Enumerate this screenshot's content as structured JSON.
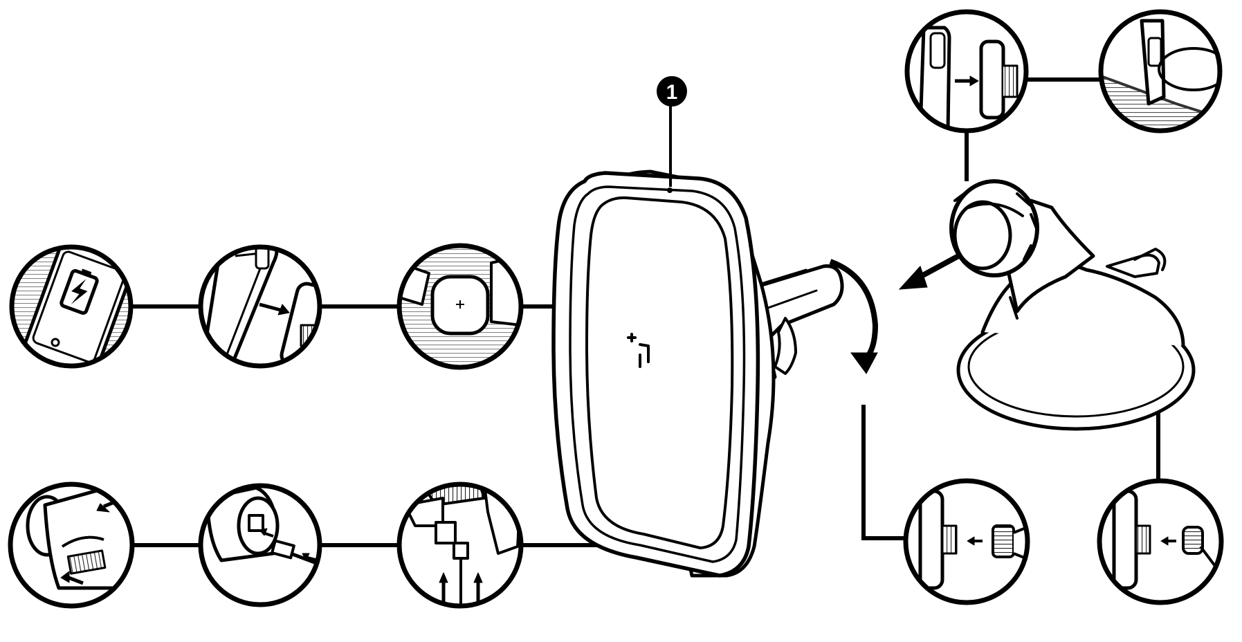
{
  "callout": {
    "number": "1"
  },
  "colors": {
    "ink": "#000000",
    "paper": "#ffffff",
    "hatch": "#3a3a3a"
  },
  "circles": [
    {
      "id": "phone-charging",
      "icon": "phone-charging-icon"
    },
    {
      "id": "phone-to-mount",
      "icon": "phone-attach-icon"
    },
    {
      "id": "mount-on-vent",
      "icon": "vent-mount-icon"
    },
    {
      "id": "plug-into-socket",
      "icon": "car-charger-plug-icon"
    },
    {
      "id": "cable-to-charger",
      "icon": "usb-cable-icon"
    },
    {
      "id": "cable-to-mount",
      "icon": "cable-connect-icon"
    },
    {
      "id": "phone-to-dash-mount",
      "icon": "phone-attach-icon"
    },
    {
      "id": "dash-mount-on-car",
      "icon": "dash-mount-icon"
    },
    {
      "id": "vent-clip-swap",
      "icon": "vent-clip-icon"
    },
    {
      "id": "suction-base-swap",
      "icon": "suction-base-icon"
    }
  ]
}
